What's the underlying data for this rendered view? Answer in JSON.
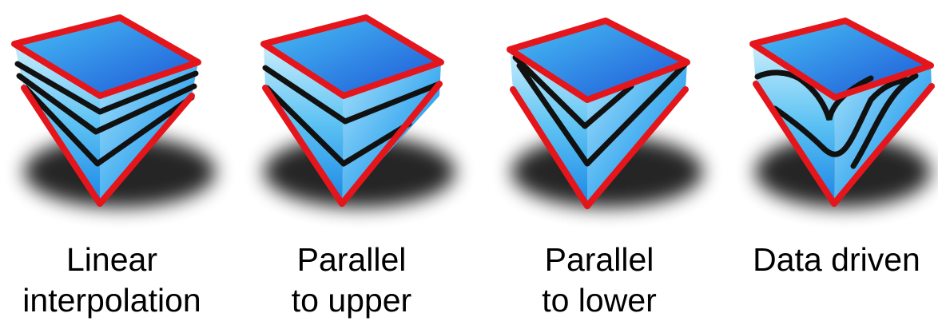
{
  "colors": {
    "top_face_light": "#3fb4f0",
    "top_face_dark": "#1e5fd8",
    "side_face_light": "#bfe9fb",
    "side_face_dark": "#1790e8",
    "boundary": "#e4161c",
    "horizon": "#111111",
    "shadow": "#000000"
  },
  "panels": [
    {
      "caption_line1": "Linear",
      "caption_line2": "interpolation"
    },
    {
      "caption_line1": "Parallel",
      "caption_line2": "to upper"
    },
    {
      "caption_line1": "Parallel",
      "caption_line2": "to lower"
    },
    {
      "caption_line1": "Data driven",
      "caption_line2": ""
    }
  ]
}
